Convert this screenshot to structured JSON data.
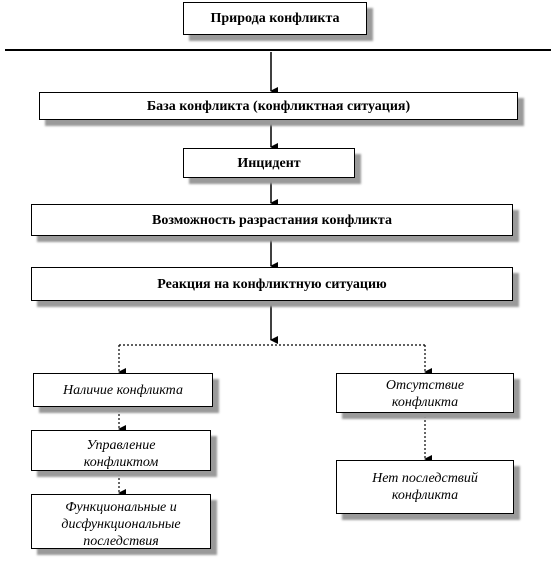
{
  "nodes": {
    "nature": "Природа конфликта",
    "base": "База конфликта (конфликтная ситуация)",
    "incident": "Инцидент",
    "escalation": "Возможность разрастания конфликта",
    "reaction": "Реакция на конфликтную ситуацию",
    "presence": "Наличие конфликта",
    "absence": "Отсутствие конфликта",
    "management": "Управление конфликтом",
    "consequences": "Функциональные и дисфункциональные последствия",
    "no_consequences": "Нет последствий конфликта"
  },
  "colors": {
    "line": "#000000",
    "shadow": "#9a9a9a"
  }
}
